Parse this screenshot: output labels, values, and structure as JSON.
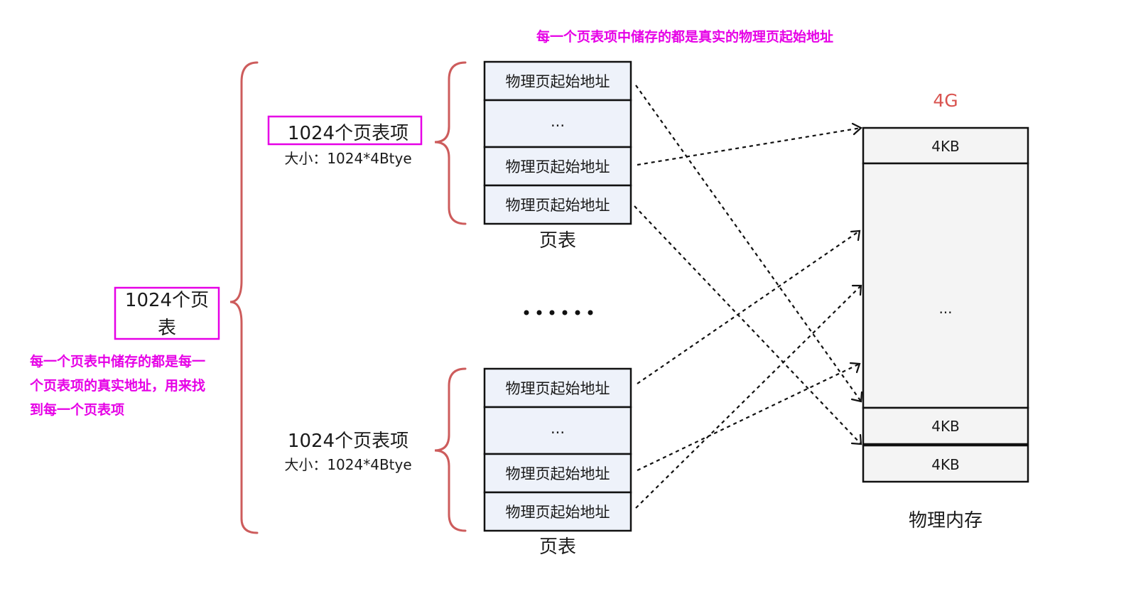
{
  "top_note": "每一个页表项中储存的都是真实的物理页起始地址",
  "outer_group": {
    "label_line1": "1024个页",
    "label_line2": "表",
    "note_lines": [
      "每一个页表中储存的都是每一",
      "个页表项的真实地址，用来找",
      "到每一个页表项"
    ]
  },
  "page_tables": [
    {
      "entries_label": "1024个页表项",
      "size_label": "大小：1024*4Btye",
      "cells": [
        "物理页起始地址",
        "...",
        "物理页起始地址",
        "物理页起始地址"
      ],
      "caption": "页表"
    },
    {
      "entries_label": "1024个页表项",
      "size_label": "大小：1024*4Btye",
      "cells": [
        "物理页起始地址",
        "...",
        "物理页起始地址",
        "物理页起始地址"
      ],
      "caption": "页表"
    }
  ],
  "middle_ellipsis": "......",
  "memory": {
    "top_label": "4G",
    "cells": [
      "4KB",
      "...",
      "4KB",
      "4KB"
    ],
    "caption": "物理内存"
  },
  "colors": {
    "brace": "#cd5c5c",
    "highlight": "#e600e6",
    "cell_fill": "#eef2fa",
    "memory_fill": "#f4f4f4"
  }
}
